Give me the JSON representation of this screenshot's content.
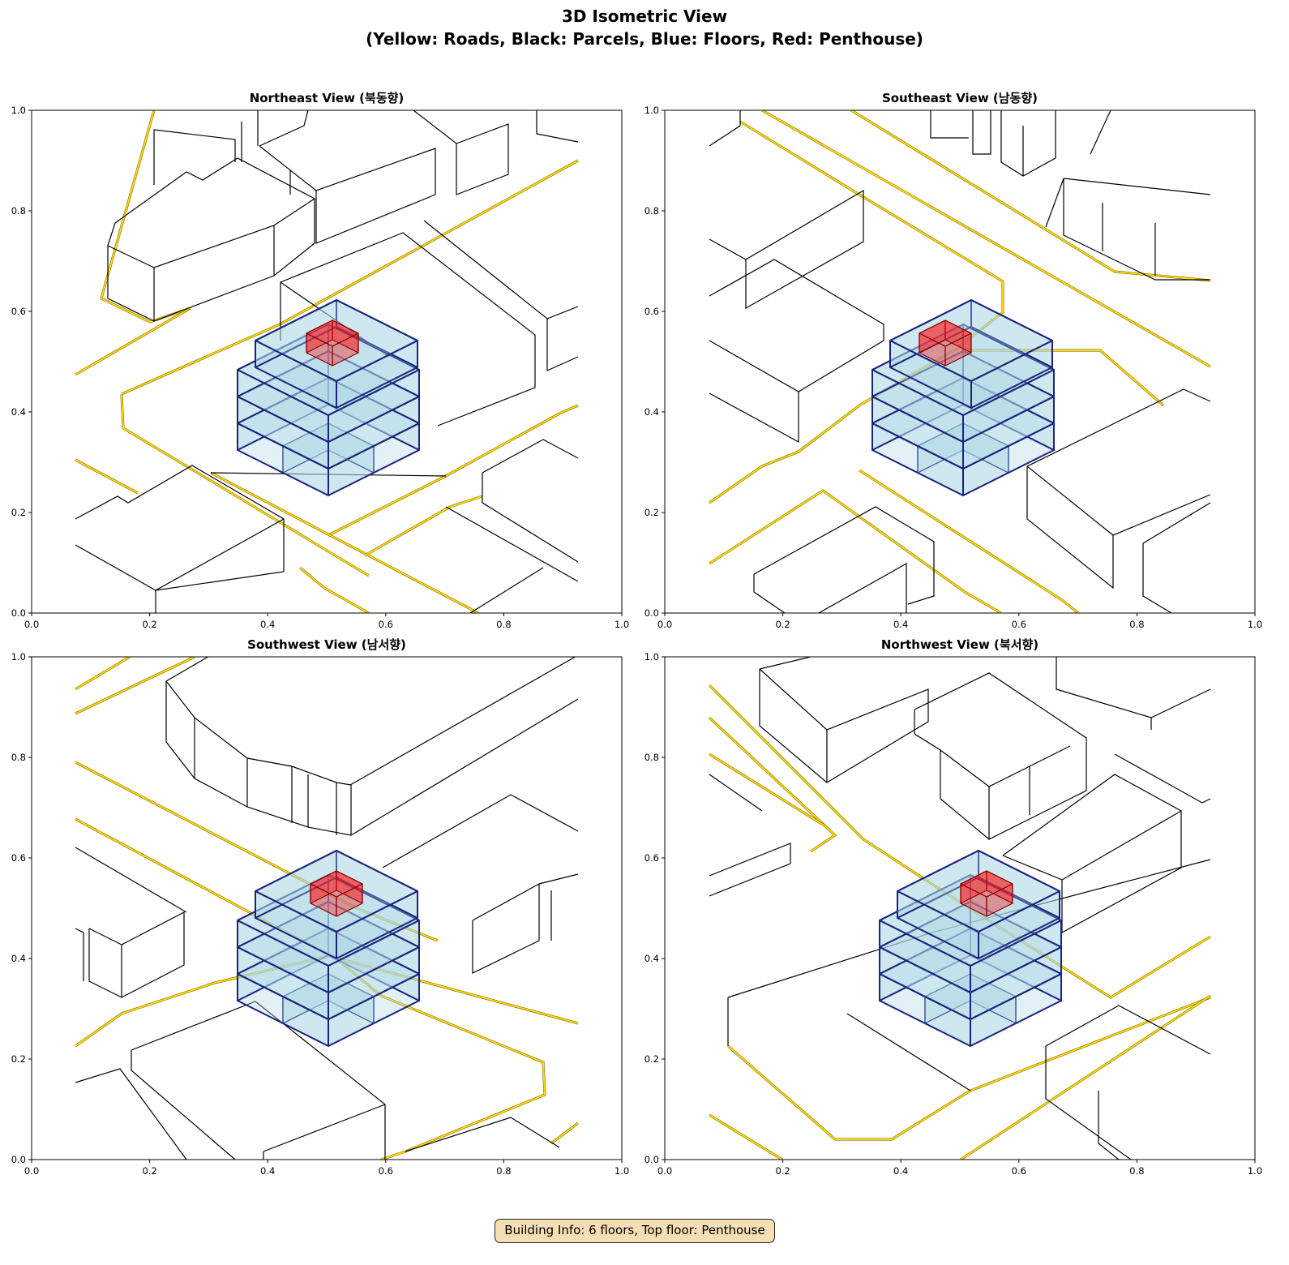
{
  "figure": {
    "title_line1": "3D Isometric View",
    "title_line2": "(Yellow: Roads, Black: Parcels, Blue: Floors, Red: Penthouse)"
  },
  "colors": {
    "roads": "#ffd700",
    "parcels": "#000000",
    "floors": "#add8e6",
    "floor_edges": "#1a237e",
    "penthouse": "#ff0000",
    "info_bg": "#f5deb3"
  },
  "panels": [
    {
      "title": "Northeast View (북동향)"
    },
    {
      "title": "Southeast View (남동향)"
    },
    {
      "title": "Southwest View (남서향)"
    },
    {
      "title": "Northwest View (북서향)"
    }
  ],
  "axes": {
    "x_ticks": [
      "0.0",
      "0.2",
      "0.4",
      "0.6",
      "0.8",
      "1.0"
    ],
    "y_ticks": [
      "0.0",
      "0.2",
      "0.4",
      "0.6",
      "0.8",
      "1.0"
    ],
    "xlim": [
      0,
      1
    ],
    "ylim": [
      0,
      1
    ]
  },
  "info_box": "Building Info: 6 floors, Top floor: Penthouse"
}
